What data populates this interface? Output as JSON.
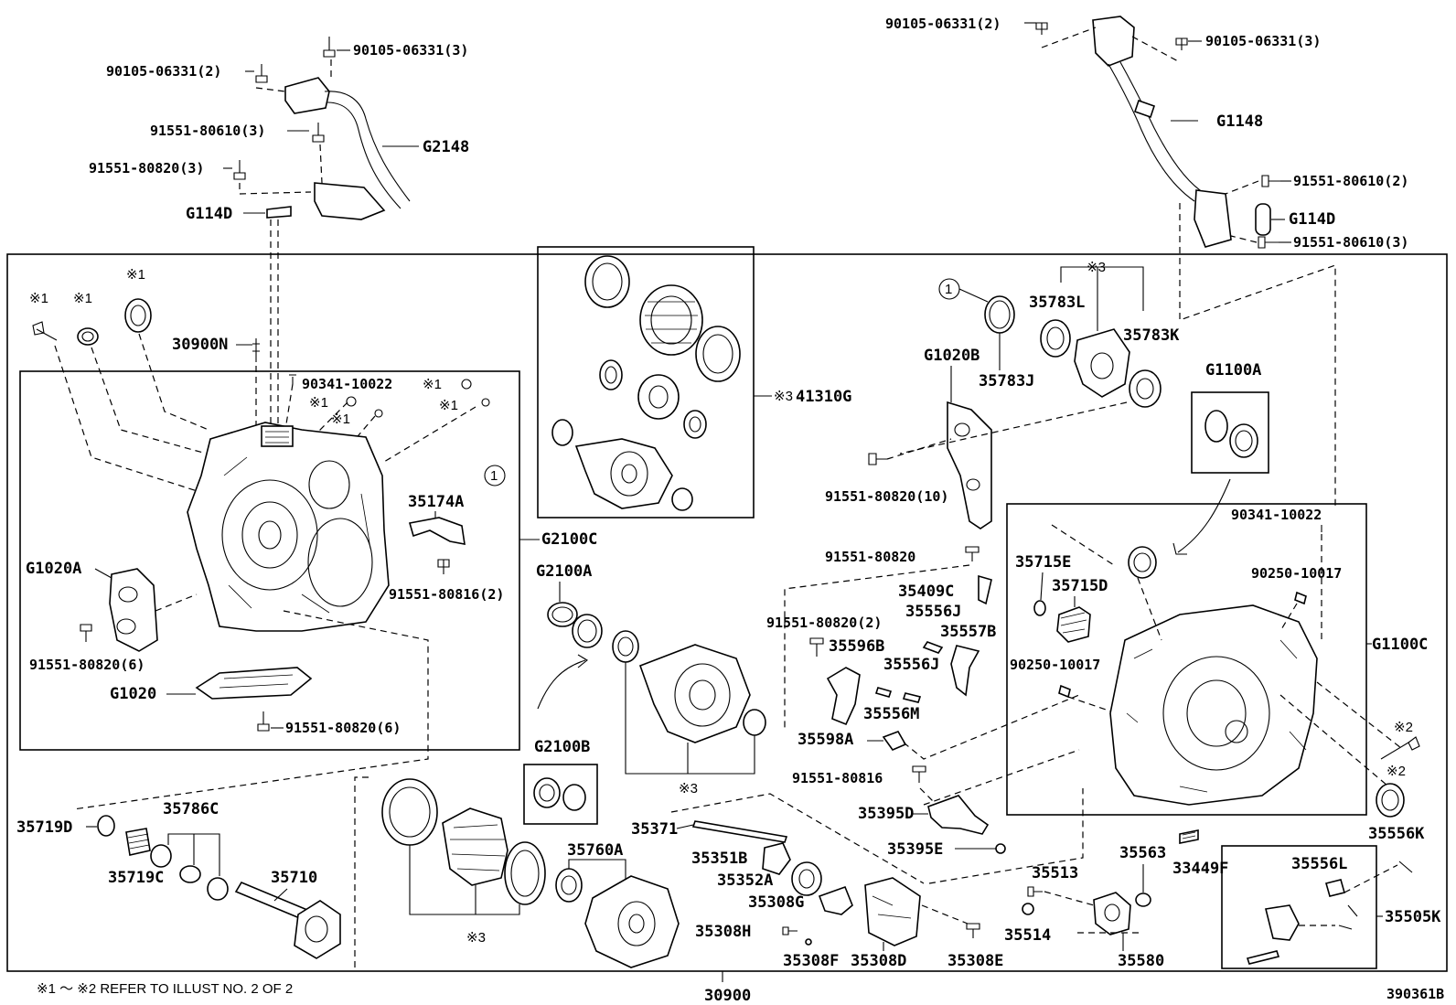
{
  "diagram": {
    "illustration_number": "390361B",
    "footnote": "※1 ～ ※2 REFER TO ILLUST NO. 2 OF 2",
    "main_assembly": "30900",
    "labels": {
      "bolt_tl_a": "90105-06331(3)",
      "bolt_tl_b": "90105-06331(2)",
      "bolt_tl_c": "91551-80610(3)",
      "bolt_tl_d": "91551-80820(3)",
      "harness_left": "G2148",
      "bracket_left": "G114D",
      "bolt_tr_a": "90105-06331(2)",
      "bolt_tr_b": "90105-06331(3)",
      "harness_right": "G1148",
      "bolt_tr_c": "91551-80610(2)",
      "bracket_right": "G114D",
      "bolt_tr_d": "91551-80610(3)",
      "sensor_30900n": "30900N",
      "bolt_90341_left": "90341-10022",
      "bracket_35174a": "35174A",
      "case_g2100c": "G2100C",
      "cover_g1020a": "G1020A",
      "bolt_cover_6a": "91551-80820(6)",
      "bolt_35174a": "91551-80816(2)",
      "plate_g1020": "G1020",
      "bolt_plate_6": "91551-80820(6)",
      "diff_kit": "41310G",
      "bearing_35783l": "35783L",
      "bearing_35783k": "35783K",
      "ring_35783j": "35783J",
      "cover_g1020b": "G1020B",
      "bolt_cover_10": "91551-80820(10)",
      "seal_g1100a": "G1100A",
      "bolt_91551_80820": "91551-80820",
      "pin_35715e": "35715E",
      "gear_35715d": "35715D",
      "bolt_90341_right": "90341-10022",
      "pin_90250_a": "90250-10017",
      "pin_90250_b": "90250-10017",
      "case_g1100c": "G1100C",
      "spring_35409c": "35409C",
      "pin_35556j_a": "35556J",
      "lever_35557b": "35557B",
      "bolt_80820_2": "91551-80820(2)",
      "bracket_35596b": "35596B",
      "pin_35556j_b": "35556J",
      "spring_35556m": "35556M",
      "clip_35598a": "35598A",
      "seal_g2100a": "G2100A",
      "kit_g2100b": "G2100B",
      "bolt_80816": "91551-80816",
      "sensor_35395d": "35395D",
      "ring_35395e": "35395E",
      "shaft_35371": "35371",
      "gear_35351b": "35351B",
      "ring_35352a": "35352A",
      "clip_35308g": "35308G",
      "bolt_35308h": "35308H",
      "pin_35308f": "35308F",
      "plate_35308d": "35308D",
      "bolt_35308e": "35308E",
      "ring_35719d": "35719D",
      "gear_35719c": "35719C",
      "bearings_35786c": "35786C",
      "shaft_35710": "35710",
      "carrier_35760a": "35760A",
      "seal_35556k": "35556K",
      "bolt_35563": "35563",
      "pad_33449f": "33449F",
      "pin_35556l": "35556L",
      "assy_35505k": "35505K",
      "bolt_35513": "35513",
      "pin_35514": "35514",
      "pump_35580": "35580"
    },
    "markers": {
      "ref1": "※1",
      "ref2": "※2",
      "ref3": "※3",
      "circle1": "1"
    }
  }
}
